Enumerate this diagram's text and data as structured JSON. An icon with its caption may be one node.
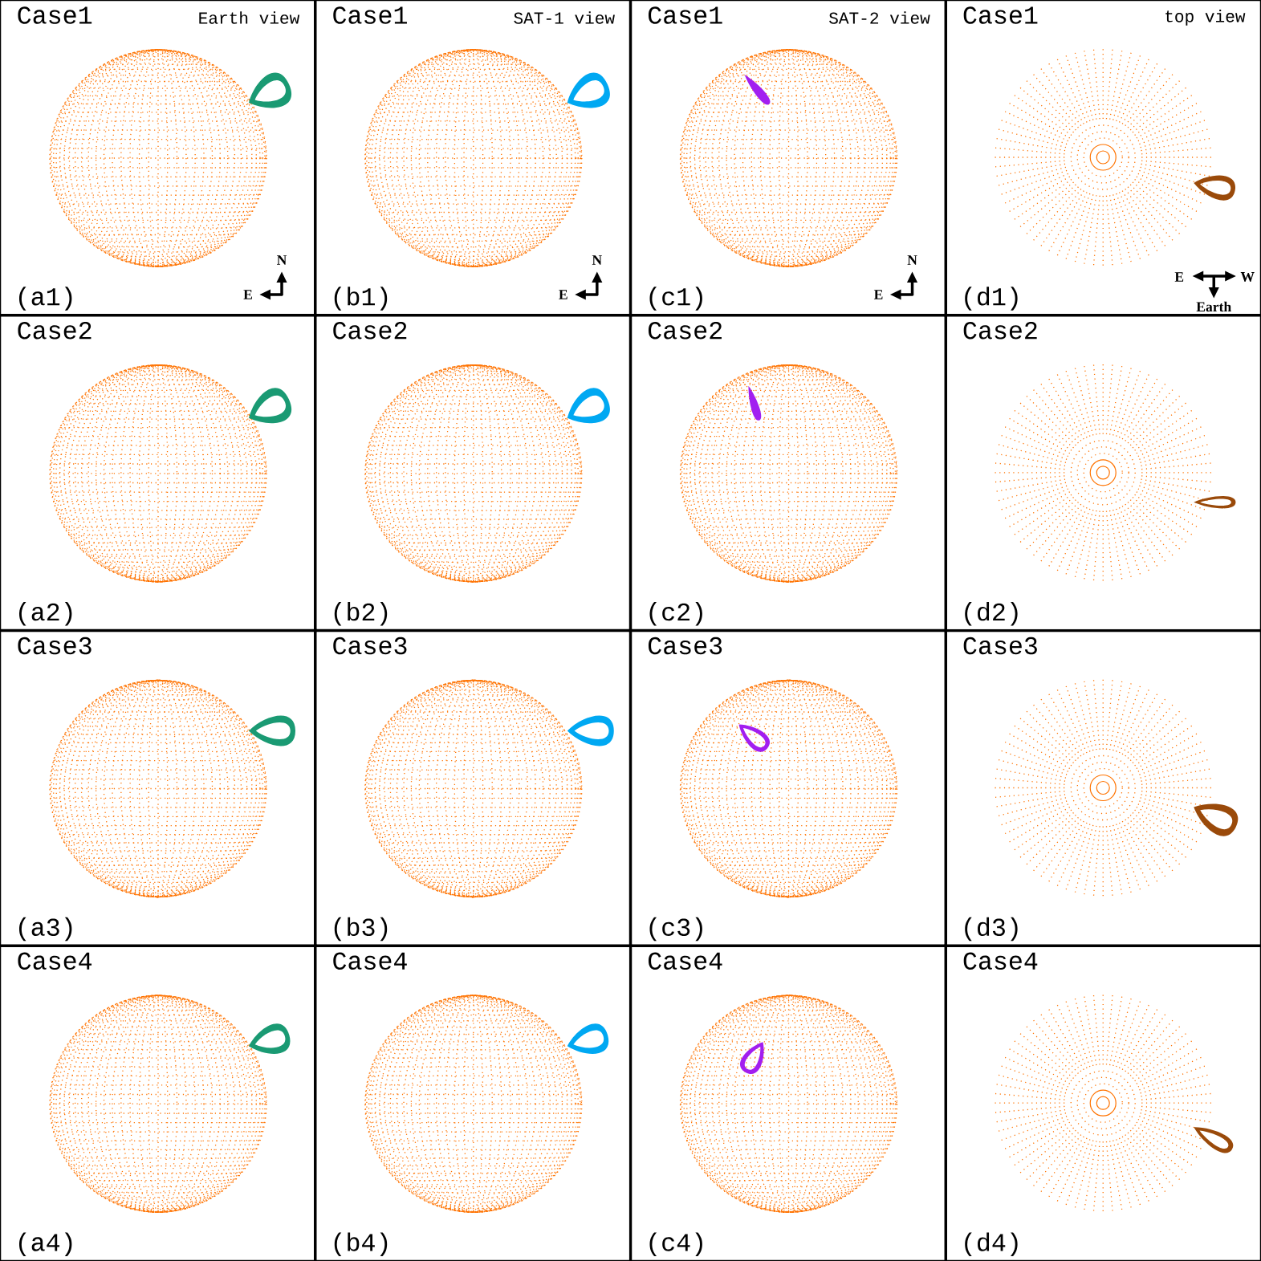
{
  "diagram": {
    "nodes": [
      {
        "text": [
          "Case1",
          "Earth view",
          "(a1)"
        ]
      },
      {
        "text": [
          "Case1",
          "SAT-1 view",
          "(b1)"
        ]
      },
      {
        "text": [
          "Case1",
          "SAT-2 view",
          "(c1)"
        ]
      },
      {
        "text": [
          "Case1",
          "top view",
          "(d1)"
        ]
      },
      {
        "text": [
          "Case2",
          "(a2)"
        ]
      },
      {
        "text": [
          "Case2",
          "(b2)"
        ]
      },
      {
        "text": [
          "Case2",
          "(c2)"
        ]
      },
      {
        "text": [
          "Case2",
          "(d2)"
        ]
      },
      {
        "text": [
          "Case3",
          "(a3)"
        ]
      },
      {
        "text": [
          "Case3",
          "(b3)"
        ]
      },
      {
        "text": [
          "Case3",
          "(c3)"
        ]
      },
      {
        "text": [
          "Case3",
          "(d3)"
        ]
      },
      {
        "text": [
          "Case4",
          "(a4)"
        ]
      },
      {
        "text": [
          "Case4",
          "(b4)"
        ]
      },
      {
        "text": [
          "Case4",
          "(c4)"
        ]
      },
      {
        "text": [
          "Case4",
          "(d4)"
        ]
      }
    ],
    "labels": [
      "N",
      "E",
      "N",
      "E",
      "N",
      "E",
      "E",
      "W",
      "Earth"
    ]
  }
}
